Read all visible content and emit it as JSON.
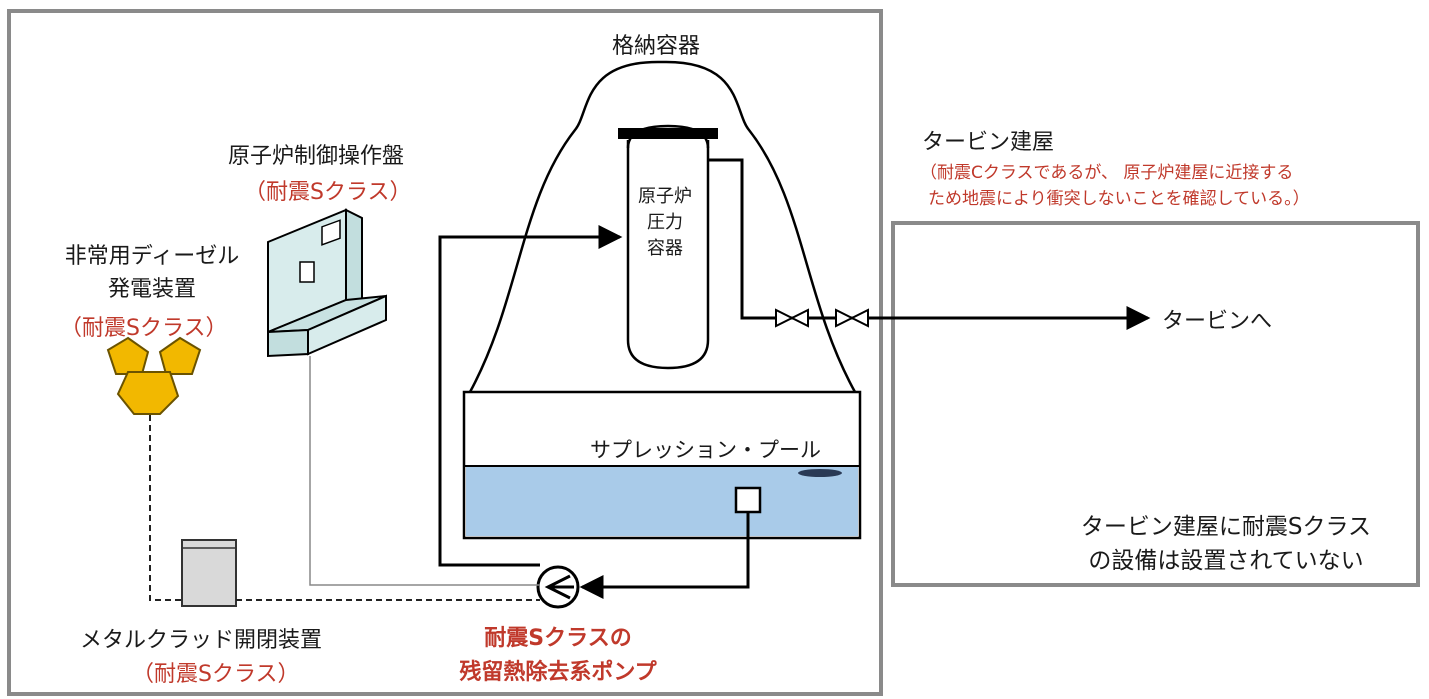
{
  "reactor_building": {
    "containment_label": "格納容器",
    "pressure_vessel_label": [
      "原子炉",
      "圧力",
      "容器"
    ],
    "suppression_pool_label": "サプレッション・プール",
    "control_panel": {
      "name": "原子炉制御操作盤",
      "class": "（耐震Sクラス）"
    },
    "diesel_generator": {
      "name": [
        "非常用ディーゼル",
        "発電装置"
      ],
      "class": "（耐震Sクラス）"
    },
    "switchgear": {
      "name": "メタルクラッド開閉装置",
      "class": "（耐震Sクラス）"
    },
    "rhr_pump": {
      "name": [
        "耐震Sクラスの",
        "残留熱除去系ポンプ"
      ]
    }
  },
  "turbine_building": {
    "title": "タービン建屋",
    "note": [
      "（耐震Cクラスであるが、 原子炉建屋に近接する",
      "ため地震により衝突しないことを確認している。）"
    ],
    "arrow_label": "タービンへ",
    "statement": [
      "タービン建屋に耐震Sクラス",
      "の設備は設置されていない"
    ]
  },
  "colors": {
    "pool_water": "#a9cbe9",
    "diesel_fill": "#f2b800",
    "panel_fill": "#d8ecec",
    "label_red": "#c0392b",
    "frame_gray": "#8a8a8a"
  }
}
